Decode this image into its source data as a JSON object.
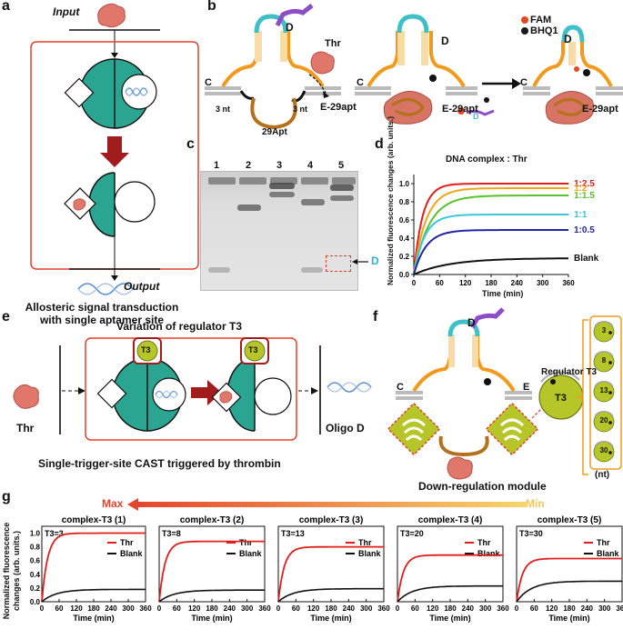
{
  "panel_letters": {
    "a": "a",
    "b": "b",
    "c": "c",
    "d": "d",
    "e": "e",
    "f": "f",
    "g": "g"
  },
  "panel_a": {
    "input": "Input",
    "output": "Output",
    "caption_line1": "Allosteric signal transduction",
    "caption_line2": "with single aptamer site"
  },
  "panel_b": {
    "d_label": "D",
    "c_label": "C",
    "thr_label": "Thr",
    "nt_left": "3 nt",
    "nt_right": "3 nt",
    "apt_label": "29Apt",
    "e_label": "E-29apt",
    "legend_fam": "FAM",
    "legend_bhq": "BHQ1",
    "fam_color": "#e8471f",
    "bhq_color": "#1a1a1a"
  },
  "panel_c": {
    "lanes": [
      "1",
      "2",
      "3",
      "4",
      "5"
    ],
    "band_label": "D"
  },
  "panel_d": {
    "title": "DNA complex : Thr",
    "ylabel": "Normalized fluorescence changes (arb. units.)",
    "xlabel": "Time (min)",
    "xticks": [
      "0",
      "60",
      "120",
      "180",
      "240",
      "300",
      "360"
    ],
    "yticks": [
      "0.0",
      "0.2",
      "0.4",
      "0.6",
      "0.8",
      "1.0"
    ]
  },
  "panel_e": {
    "title": "Variation of regulator T3",
    "t3": "T3",
    "thr": "Thr",
    "oligo": "Oligo D",
    "caption": "Single-trigger-site CAST triggered by thrombin"
  },
  "panel_f": {
    "d_label": "D",
    "c_label": "C",
    "e_label": "E",
    "regulator": "Regulator T3",
    "t3": "T3",
    "variants": [
      "3",
      "8",
      "13",
      "20",
      "30"
    ],
    "unit": "(nt)",
    "caption": "Down-regulation module"
  },
  "panel_g": {
    "max": "Max",
    "min": "Min",
    "ylabel_line1": "Normalized fluorescence",
    "ylabel_line2": "changes (arb. units.)",
    "xlabel": "Time (min)",
    "xticks": [
      "0",
      "60",
      "120",
      "180",
      "240",
      "300",
      "360"
    ],
    "yticks": [
      "0.0",
      "0.2",
      "0.4",
      "0.6",
      "0.8",
      "1.0"
    ],
    "legend_thr": "Thr",
    "legend_blank": "Blank"
  },
  "chart_data": [
    {
      "type": "line",
      "title": "DNA complex : Thr",
      "xlabel": "Time (min)",
      "ylabel": "Normalized fluorescence changes (arb. units.)",
      "xlim": [
        0,
        360
      ],
      "ylim": [
        0,
        1.1
      ],
      "series": [
        {
          "name": "1:2.5",
          "color": "#e01e1e",
          "plateau": 1.0,
          "rate": 0.05
        },
        {
          "name": "1:2",
          "color": "#f2a51a",
          "plateau": 0.95,
          "rate": 0.035
        },
        {
          "name": "1:1.5",
          "color": "#59c22b",
          "plateau": 0.87,
          "rate": 0.028
        },
        {
          "name": "1:1",
          "color": "#3cc7de",
          "plateau": 0.66,
          "rate": 0.04
        },
        {
          "name": "1:0.5",
          "color": "#2424a8",
          "plateau": 0.49,
          "rate": 0.035
        },
        {
          "name": "Blank",
          "color": "#111111",
          "plateau": 0.18,
          "rate": 0.012
        }
      ]
    },
    {
      "type": "line",
      "panels": [
        {
          "title": "complex-T3 (1)",
          "t3": "T3=3",
          "thr_plateau": 1.0,
          "blank_plateau": 0.18
        },
        {
          "title": "complex-T3 (2)",
          "t3": "T3=8",
          "thr_plateau": 0.88,
          "blank_plateau": 0.17
        },
        {
          "title": "complex-T3 (3)",
          "t3": "T3=13",
          "thr_plateau": 0.8,
          "blank_plateau": 0.19
        },
        {
          "title": "complex-T3 (4)",
          "t3": "T3=20",
          "thr_plateau": 0.68,
          "blank_plateau": 0.23
        },
        {
          "title": "complex-T3 (5)",
          "t3": "T3=30",
          "thr_plateau": 0.63,
          "blank_plateau": 0.3
        }
      ],
      "xlim": [
        0,
        360
      ],
      "ylim": [
        0,
        1.1
      ]
    }
  ]
}
